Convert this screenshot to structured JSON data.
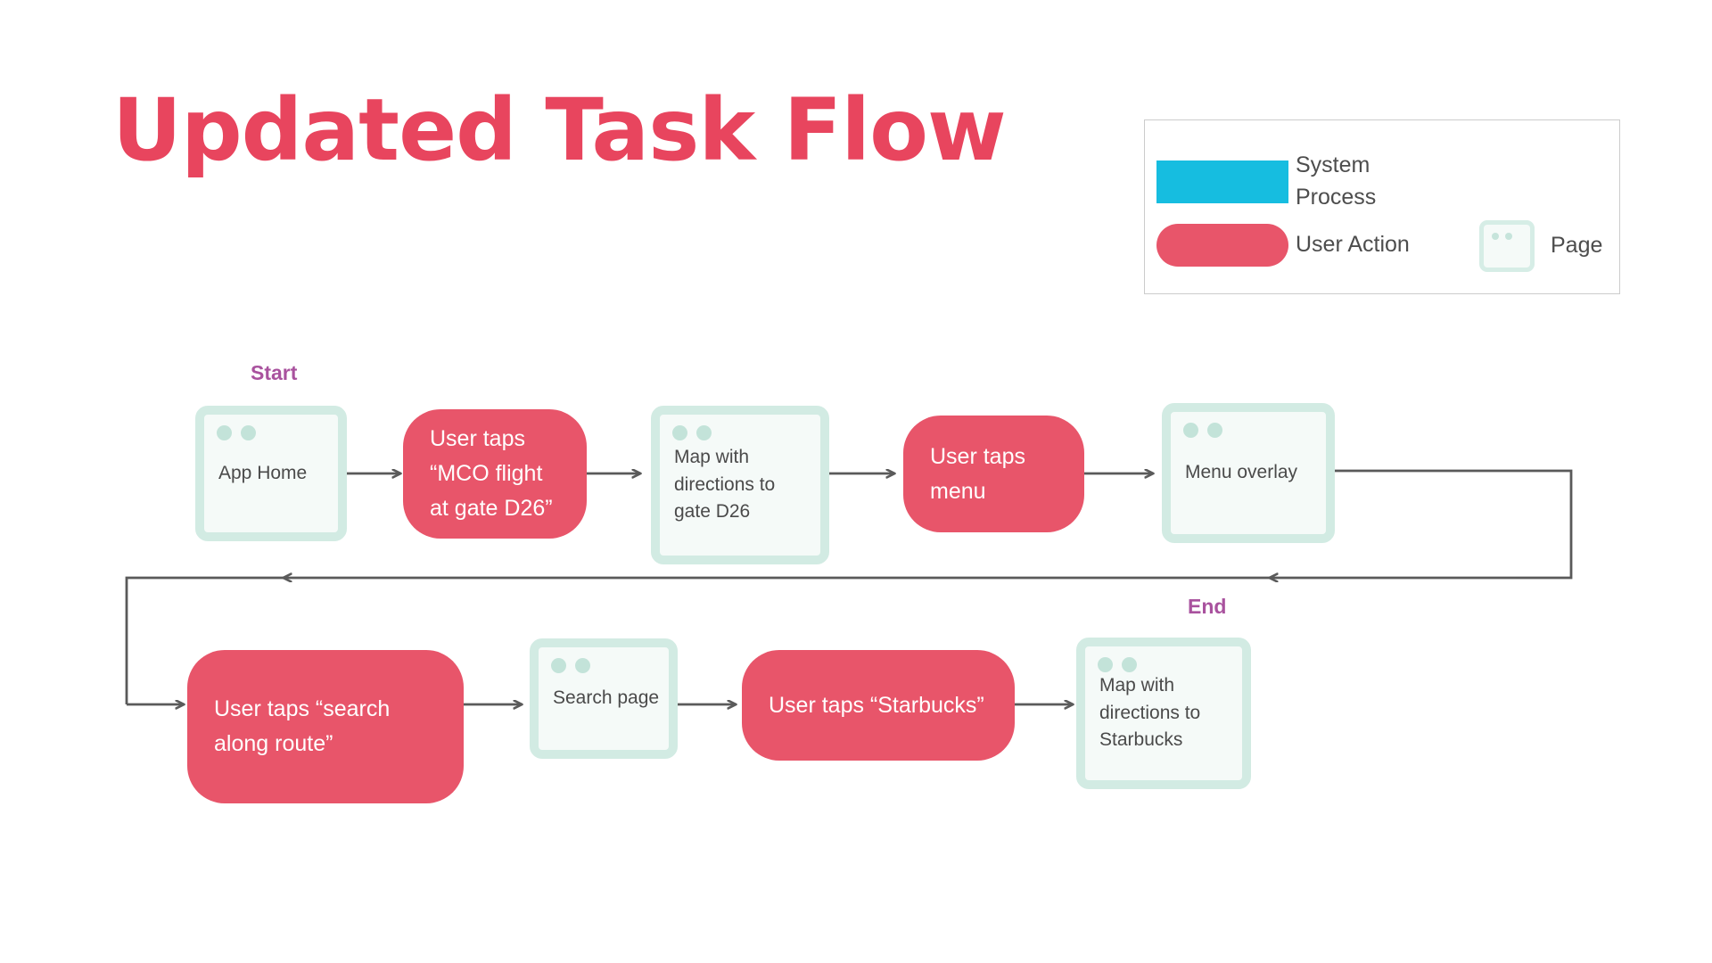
{
  "title": "Updated Task Flow",
  "colors": {
    "title": "#E8455E",
    "system_process": "#16BDE0",
    "user_action": "#E8556A",
    "page_border": "#D2EBE3",
    "page_fill": "#F5FAF8",
    "page_dot": "#C3E3D9",
    "endpoint_label": "#A9529E",
    "connector": "#5A5A5A",
    "legend_border": "#CCCCCC",
    "body_text": "#4A4A4A"
  },
  "legend": {
    "items": [
      {
        "shape": "rect",
        "label": "System\nProcess",
        "color": "#16BDE0"
      },
      {
        "shape": "pill",
        "label": "User Action",
        "color": "#E8556A"
      },
      {
        "shape": "page",
        "label": "Page",
        "color": "#D2EBE3"
      }
    ]
  },
  "flow": {
    "start_label": "Start",
    "end_label": "End",
    "rows": [
      {
        "nodes": [
          {
            "id": "app-home",
            "type": "page",
            "text": "App Home"
          },
          {
            "id": "tap-mco-flight",
            "type": "action",
            "text": "User taps “MCO flight at gate D26”"
          },
          {
            "id": "map-gate-d26",
            "type": "page",
            "text": "Map with directions to gate D26"
          },
          {
            "id": "tap-menu",
            "type": "action",
            "text": "User taps menu"
          },
          {
            "id": "menu-overlay",
            "type": "page",
            "text": "Menu overlay"
          }
        ]
      },
      {
        "nodes": [
          {
            "id": "tap-search-along-route",
            "type": "action",
            "text": "User taps “search along route”"
          },
          {
            "id": "search-page",
            "type": "page",
            "text": "Search page"
          },
          {
            "id": "tap-starbucks",
            "type": "action",
            "text": "User taps “Starbucks”"
          },
          {
            "id": "map-starbucks",
            "type": "page",
            "text": "Map with directions to Starbucks"
          }
        ]
      }
    ]
  }
}
